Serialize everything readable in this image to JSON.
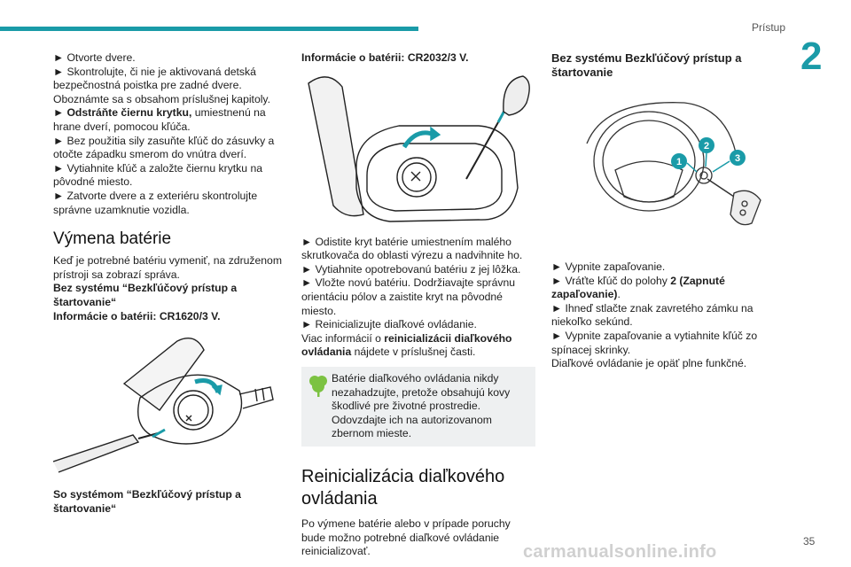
{
  "header": {
    "section": "Prístup",
    "chapter": "2"
  },
  "col1": {
    "steps_intro": [
      "► Otvorte dvere.",
      "► Skontrolujte, či nie je aktivovaná detská bezpečnostná poistka pre zadné dvere. Oboznámte sa s obsahom príslušnej kapitoly."
    ],
    "step_bold_lead": "► Odstráňte čiernu krytku,",
    "step_bold_rest": " umiestnenú na hrane dverí, pomocou kľúča.",
    "steps_rest": [
      "► Bez použitia sily zasuňte kľúč do zásuvky a otočte západku smerom do vnútra dverí.",
      "► Vytiahnite kľúč a založte čiernu krytku na pôvodné miesto.",
      "► Zatvorte dvere a z exteriéru skontrolujte správne uzamknutie vozidla."
    ],
    "heading": "Výmena batérie",
    "intro": "Keď je potrebné batériu vymeniť, na združenom prístroji sa zobrazí správa.",
    "sub_heading": "Bez systému “Bezkľúčový prístup a štartovanie“",
    "battery_info": "Informácie o batérii: CR1620/3 V.",
    "caption": "So systémom “Bezkľúčový prístup a štartovanie“"
  },
  "col2": {
    "battery_info": "Informácie o batérii: CR2032/3 V.",
    "steps": [
      "► Odistite kryt batérie umiestnením malého skrutkovača do oblasti výrezu a nadvihnite ho.",
      "► Vytiahnite opotrebovanú batériu z jej lôžka.",
      "► Vložte novú batériu. Dodržiavajte správnu orientáciu pólov a zaistite kryt na pôvodné miesto.",
      "► Reinicializujte diaľkové ovládanie."
    ],
    "more_info_pre": "Viac informácií o ",
    "more_info_bold": "reinicializácii diaľkového ovládania",
    "more_info_post": " nájdete v príslušnej časti.",
    "notice": "Batérie diaľkového ovládania nikdy nezahadzujte, pretože obsahujú kovy škodlivé pre životné prostredie. Odovzdajte ich na autorizovanom zbernom mieste.",
    "heading": "Reinicializácia diaľkového ovládania",
    "body": "Po výmene batérie alebo v prípade poruchy bude možno potrebné diaľkové ovládanie reinicializovať."
  },
  "col3": {
    "heading": "Bez systému Bezkľúčový prístup a štartovanie",
    "callouts": [
      "1",
      "2",
      "3"
    ],
    "steps": [
      "► Vypnite zapaľovanie."
    ],
    "step2_pre": "► Vráťte kľúč do polohy ",
    "step2_bold": "2 (Zapnuté zapaľovanie)",
    "step2_post": ".",
    "steps_rest": [
      "► Ihneď stlačte znak zavretého zámku na niekoľko sekúnd.",
      "► Vypnite zapaľovanie a vytiahnite kľúč zo spínacej skrinky."
    ],
    "closing": "Diaľkové ovládanie je opäť plne funkčné."
  },
  "footer": {
    "page": "35",
    "watermark": "carmanualsonline.info"
  },
  "colors": {
    "accent": "#1a9ba8",
    "leaf": "#7cc242",
    "callout": "#1a9ba8"
  },
  "icons": [
    "leaf-icon"
  ]
}
